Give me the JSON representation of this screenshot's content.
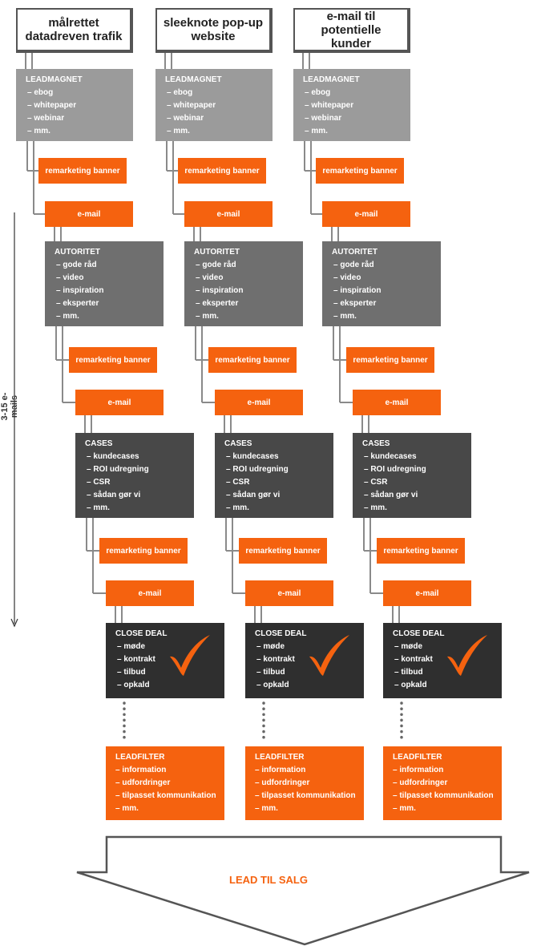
{
  "columns": [
    {
      "source": [
        "målrettet",
        "datadreven trafik"
      ]
    },
    {
      "source": [
        "sleeknote pop-up",
        "website"
      ]
    },
    {
      "source": [
        "e-mail til potentielle",
        "kunder"
      ]
    }
  ],
  "leadmagnet": {
    "title": "LEADMAGNET",
    "items": [
      "– ebog",
      "– whitepaper",
      "– webinar",
      "– mm."
    ]
  },
  "autoritet": {
    "title": "AUTORITET",
    "items": [
      "– gode råd",
      "– video",
      "– inspiration",
      "– eksperter",
      "– mm."
    ]
  },
  "cases": {
    "title": "CASES",
    "items": [
      "– kundecases",
      "– ROI udregning",
      "– CSR",
      "– sådan gør vi",
      "– mm."
    ]
  },
  "close_deal": {
    "title": "CLOSE DEAL",
    "items": [
      "– møde",
      "– kontrakt",
      "– tilbud",
      "– opkald"
    ]
  },
  "leadfilter": {
    "title": "LEADFILTER",
    "items": [
      "– information",
      "– udfordringer",
      "– tilpasset kommunikation",
      "– mm."
    ]
  },
  "remarketing_label": "remarketing banner",
  "email_label": "e-mail",
  "side_label": "3-15 e-mails",
  "funnel_label": "LEAD TIL SALG",
  "colors": {
    "orange": "#f5620f",
    "grey_light": "#9b9b9b",
    "grey_mid": "#6f6f6f",
    "grey_dark": "#484848",
    "grey_darkest": "#2f2f2f"
  }
}
